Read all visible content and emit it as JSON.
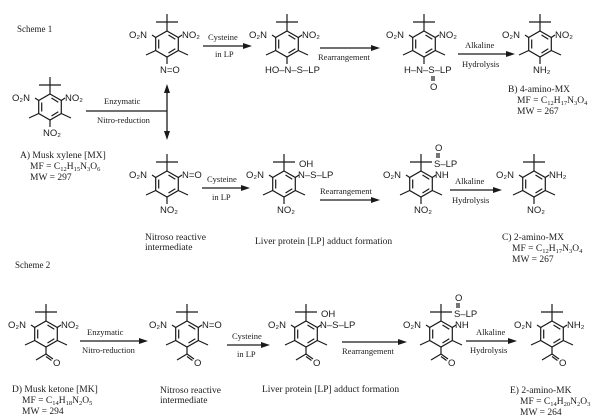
{
  "schemes": [
    {
      "title": "Scheme 1",
      "parent": {
        "label": "A) Musk xylene [MX]",
        "mf_prefix": "MF = C",
        "mf": [
          [
            "12",
            "H"
          ],
          [
            "15",
            "N"
          ],
          [
            "3",
            "O"
          ],
          [
            "6",
            ""
          ]
        ],
        "mw": "MW = 297"
      },
      "step_enzymatic": {
        "top": "Enzymatic",
        "bottom": "Nitro-reduction"
      },
      "step_cysteine": {
        "top": "Cysteine",
        "bottom": "in LP"
      },
      "step_rearrangement": {
        "top": "Rearrangement"
      },
      "step_alkaline": {
        "top": "Alkaline",
        "bottom": "Hydrolysis"
      },
      "nitroso_caption": [
        "Nitroso reactive",
        "intermediate"
      ],
      "adduct_caption": "Liver protein [LP] adduct formation",
      "product_b": {
        "label": "B) 4-amino-MX",
        "mf_prefix": "MF = C",
        "mf": [
          [
            "12",
            "H"
          ],
          [
            "17",
            "N"
          ],
          [
            "3",
            "O"
          ],
          [
            "4",
            ""
          ]
        ],
        "mw": "MW = 267"
      },
      "product_c": {
        "label": "C) 2-amino-MX",
        "mf_prefix": "MF = C",
        "mf": [
          [
            "12",
            "H"
          ],
          [
            "17",
            "N"
          ],
          [
            "3",
            "O"
          ],
          [
            "4",
            ""
          ]
        ],
        "mw": "MW = 267"
      }
    },
    {
      "title": "Scheme 2",
      "parent": {
        "label": "D) Musk ketone [MK]",
        "mf_prefix": "MF = C",
        "mf": [
          [
            "14",
            "H"
          ],
          [
            "18",
            "N"
          ],
          [
            "2",
            "O"
          ],
          [
            "5",
            ""
          ]
        ],
        "mw": "MW = 294"
      },
      "step_enzymatic": {
        "top": "Enzymatic",
        "bottom": "Nitro-reduction"
      },
      "step_cysteine": {
        "top": "Cysteine",
        "bottom": "in LP"
      },
      "step_rearrangement": {
        "top": "Rearrangement"
      },
      "step_alkaline": {
        "top": "Alkaline",
        "bottom": "Hydrolysis"
      },
      "nitroso_caption": [
        "Nitroso reactive",
        "intermediate"
      ],
      "adduct_caption": "Liver protein [LP] adduct formation",
      "product_e": {
        "label": "E) 2-amino-MK",
        "mf_prefix": "MF = C",
        "mf": [
          [
            "14",
            "H"
          ],
          [
            "20",
            "N"
          ],
          [
            "2",
            "O"
          ],
          [
            "3",
            ""
          ]
        ],
        "mw": "MW = 264"
      }
    }
  ],
  "atoms": {
    "o2n": "O₂N",
    "no2": "NO₂",
    "nh2": "NH₂",
    "nitroso": "N=O",
    "nh": "NH",
    "oh": "OH",
    "o": "O",
    "s_lp": "S–LP",
    "n_s_lp": "N–S–LP",
    "ho_n_s_lp": "HO–N–S–LP",
    "h_n_s_lp": "H–N–S–LP"
  }
}
